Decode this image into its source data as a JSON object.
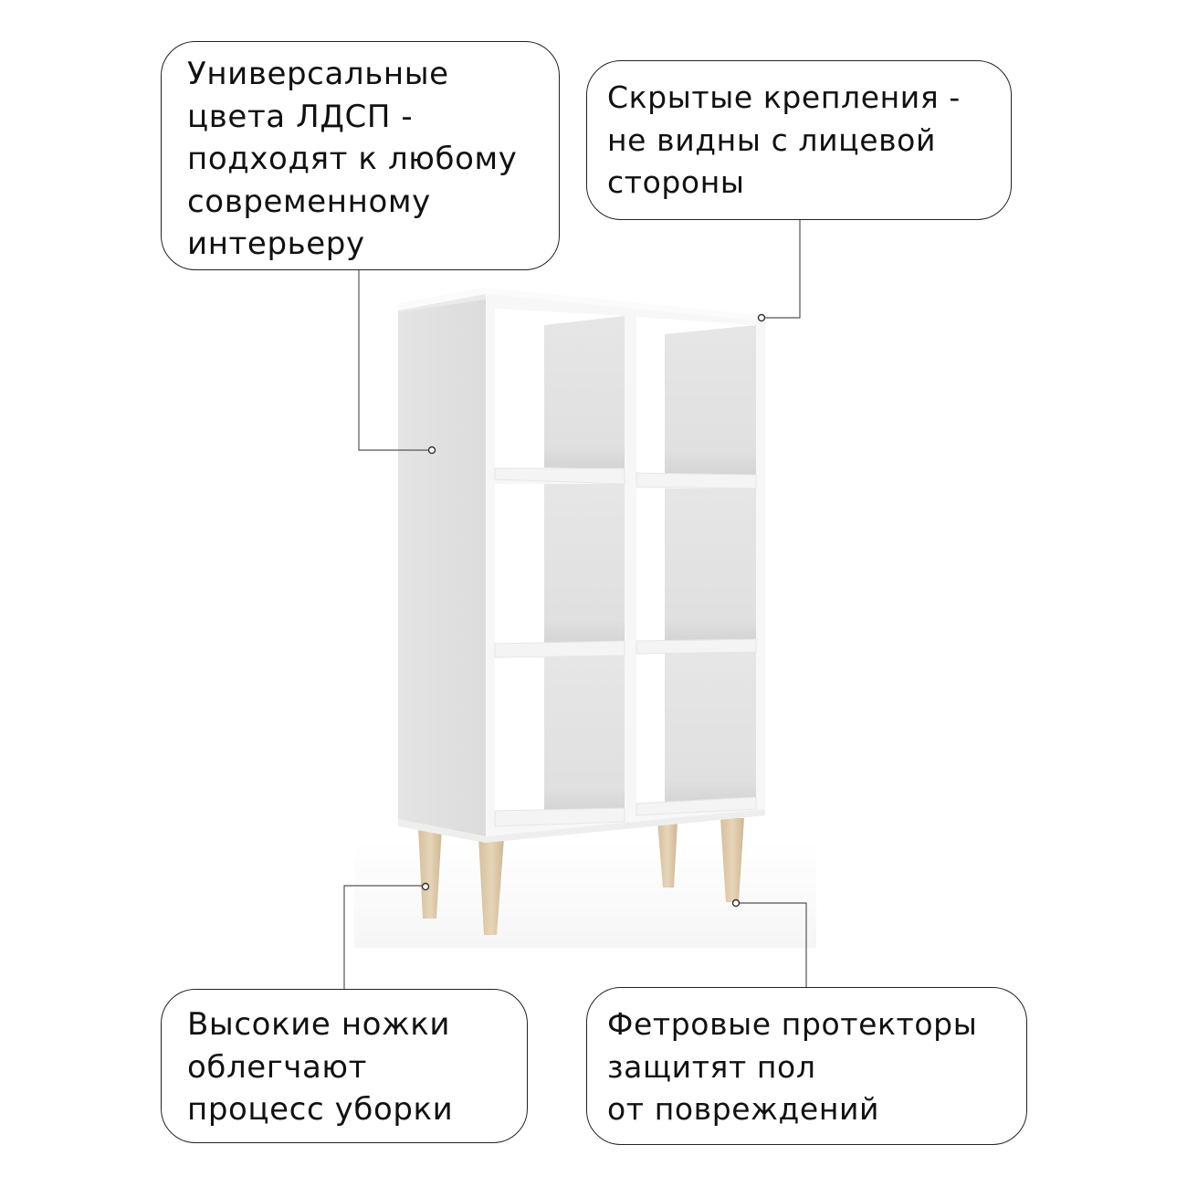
{
  "callouts": [
    {
      "id": "colors",
      "lines": [
        "Универсальные",
        "цвета ЛДСП -",
        "подходят к любому",
        "современному",
        "интерьеру"
      ]
    },
    {
      "id": "hidden-fasteners",
      "lines": [
        "Скрытые крепления -",
        "не видны с лицевой",
        "стороны"
      ]
    },
    {
      "id": "tall-legs",
      "lines": [
        "Высокие ножки",
        "облегчают",
        "процесс уборки"
      ]
    },
    {
      "id": "felt-pads",
      "lines": [
        "Фетровые протекторы",
        "защитят пол",
        "от повреждений"
      ]
    }
  ],
  "product": {
    "type": "shelving-unit",
    "cells": 6,
    "columns": 2,
    "rows": 3,
    "body_color": "#f4f4f4",
    "side_color": "#e2e2e2",
    "back_color": "#dedede",
    "leg_color": "#dcc7a6"
  },
  "colors": {
    "background": "#ffffff",
    "border": "#222222",
    "leader_line": "#555555",
    "text": "#111111"
  }
}
